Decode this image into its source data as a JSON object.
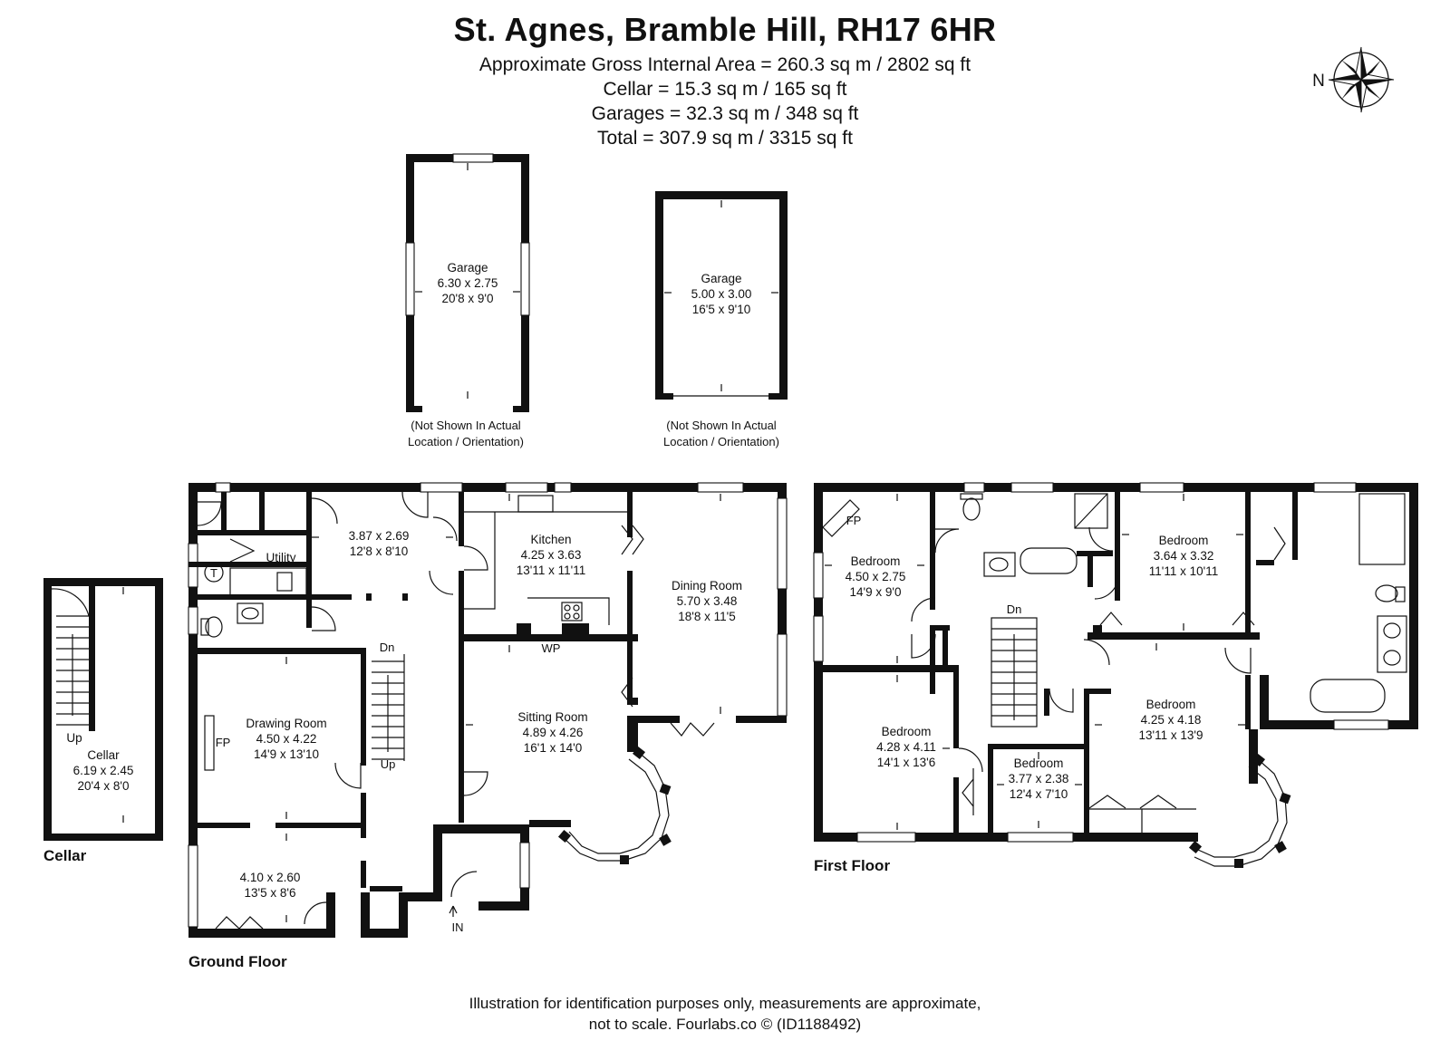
{
  "header": {
    "title": "St. Agnes, Bramble Hill, RH17 6HR",
    "areas": [
      "Approximate Gross Internal Area = 260.3 sq m / 2802 sq ft",
      "Cellar =  15.3 sq m / 165 sq ft",
      "Garages =  32.3 sq m / 348 sq ft",
      "Total = 307.9 sq m / 3315 sq ft"
    ]
  },
  "compass": {
    "label": "N"
  },
  "garages": [
    {
      "name": "Garage",
      "metric": "6.30 x 2.75",
      "imperial": "20'8 x 9'0",
      "note1": "(Not Shown In Actual",
      "note2": "Location / Orientation)"
    },
    {
      "name": "Garage",
      "metric": "5.00 x 3.00",
      "imperial": "16'5 x 9'10",
      "note1": "(Not Shown In Actual",
      "note2": "Location / Orientation)"
    }
  ],
  "cellar": {
    "floor_label": "Cellar",
    "room": {
      "name": "Cellar",
      "metric": "6.19 x 2.45",
      "imperial": "20'4 x 8'0"
    },
    "up": "Up"
  },
  "ground_floor": {
    "floor_label": "Ground Floor",
    "utility": "Utility",
    "tank": "T",
    "hall": {
      "metric": "3.87 x 2.69",
      "imperial": "12'8 x 8'10"
    },
    "kitchen": {
      "name": "Kitchen",
      "metric": "4.25 x 3.63",
      "imperial": "13'11 x 11'11"
    },
    "dining": {
      "name": "Dining Room",
      "metric": "5.70 x 3.48",
      "imperial": "18'8 x 11'5"
    },
    "drawing": {
      "name": "Drawing Room",
      "metric": "4.50 x 4.22",
      "imperial": "14'9 x 13'10"
    },
    "sitting": {
      "name": "Sitting Room",
      "metric": "4.89 x 4.26",
      "imperial": "16'1 x 14'0"
    },
    "front": {
      "metric": "4.10 x 2.60",
      "imperial": "13'5 x 8'6"
    },
    "fp": "FP",
    "wp": "WP",
    "dn": "Dn",
    "up": "Up",
    "in": "IN"
  },
  "first_floor": {
    "floor_label": "First Floor",
    "fp": "FP",
    "dn": "Dn",
    "bed1": {
      "name": "Bedroom",
      "metric": "4.50 x 2.75",
      "imperial": "14'9 x 9'0"
    },
    "bed2": {
      "name": "Bedroom",
      "metric": "3.64 x 3.32",
      "imperial": "11'11 x 10'11"
    },
    "bed3": {
      "name": "Bedroom",
      "metric": "4.28 x 4.11",
      "imperial": "14'1 x 13'6"
    },
    "bed4": {
      "name": "Bedroom",
      "metric": "3.77 x 2.38",
      "imperial": "12'4 x 7'10"
    },
    "bed5": {
      "name": "Bedroom",
      "metric": "4.25 x 4.18",
      "imperial": "13'11 x 13'9"
    }
  },
  "footer": {
    "line1": "Illustration for identification purposes only, measurements are approximate,",
    "line2": "not to scale. Fourlabs.co © (ID1188492)"
  }
}
